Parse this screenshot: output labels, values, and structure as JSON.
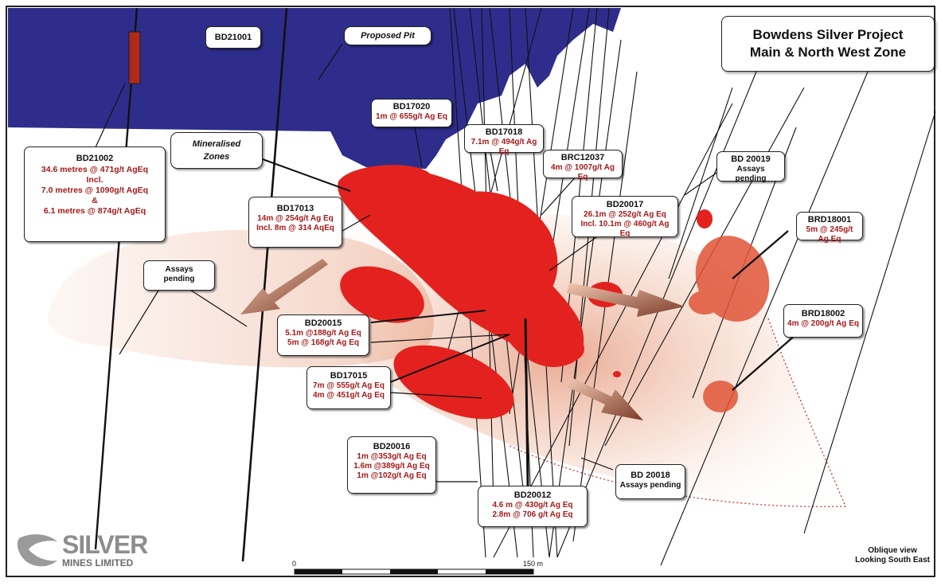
{
  "title": {
    "line1": "Bowdens Silver Project",
    "line2": "Main & North West Zone"
  },
  "pit_label": "Proposed Pit",
  "mineralised_label": {
    "line1": "Mineralised",
    "line2": "Zones"
  },
  "holes": {
    "bd21001": {
      "id": "BD21001"
    },
    "bd17020": {
      "id": "BD17020",
      "lines": [
        "1m @ 655g/t Ag Eq"
      ]
    },
    "bd17018": {
      "id": "BD17018",
      "lines": [
        "7.1m @ 494g/t Ag Eq"
      ]
    },
    "brc12037": {
      "id": "BRC12037",
      "lines": [
        "4m @ 1007g/t Ag Eq"
      ]
    },
    "bd20019": {
      "id": "BD 20019",
      "note": "Assays pending"
    },
    "bd20017": {
      "id": "BD20017",
      "lines": [
        "26.1m @ 252g/t Ag Eq",
        "Incl. 10.1m @ 460g/t Ag Eq"
      ]
    },
    "brd18001": {
      "id": "BRD18001",
      "lines": [
        "5m @ 245g/t Ag Eq"
      ]
    },
    "brd18002": {
      "id": "BRD18002",
      "lines": [
        "4m @ 200g/t Ag Eq"
      ]
    },
    "bd21002": {
      "id": "BD21002",
      "lines": [
        "34.6 metres @ 471g/t AgEq",
        "Incl.",
        "7.0 metres @ 1090g/t AgEq",
        "&",
        "6.1 metres @ 874g/t AgEq"
      ]
    },
    "bd17013": {
      "id": "BD17013",
      "lines": [
        "14m @ 254g/t Ag Eq",
        "Incl. 8m @ 314 AqEq"
      ]
    },
    "bd20015": {
      "id": "BD20015",
      "lines": [
        "5.1m @188g/t Ag Eq",
        "5m @ 168g/t Ag Eq"
      ]
    },
    "bd17015": {
      "id": "BD17015",
      "lines": [
        "7m @ 555g/t Ag Eq",
        "4m @ 451g/t Ag Eq"
      ]
    },
    "bd20016": {
      "id": "BD20016",
      "lines": [
        "1m @353g/t Ag Eq",
        "1.6m @389g/t Ag Eq",
        "1m @102g/t Ag Eq"
      ]
    },
    "bd20012": {
      "id": "BD20012",
      "lines": [
        "4.6 m @ 430g/t Ag Eq",
        "2.8m @ 706 g/t Ag Eq"
      ]
    },
    "bd20018": {
      "id": "BD 20018",
      "note": "Assays pending"
    }
  },
  "assays_pending": {
    "line1": "Assays",
    "line2": "pending"
  },
  "scale": {
    "start": "0",
    "end": "150 m"
  },
  "view_note": {
    "line1": "Oblique view",
    "line2": "Looking South East"
  },
  "logo": {
    "big": "SILVER",
    "small": "MINES LIMITED"
  },
  "colors": {
    "pit": "#2e2d8c",
    "ore": "#e3221f",
    "halo": "#d9673f",
    "label_red": "#a41a1a"
  }
}
